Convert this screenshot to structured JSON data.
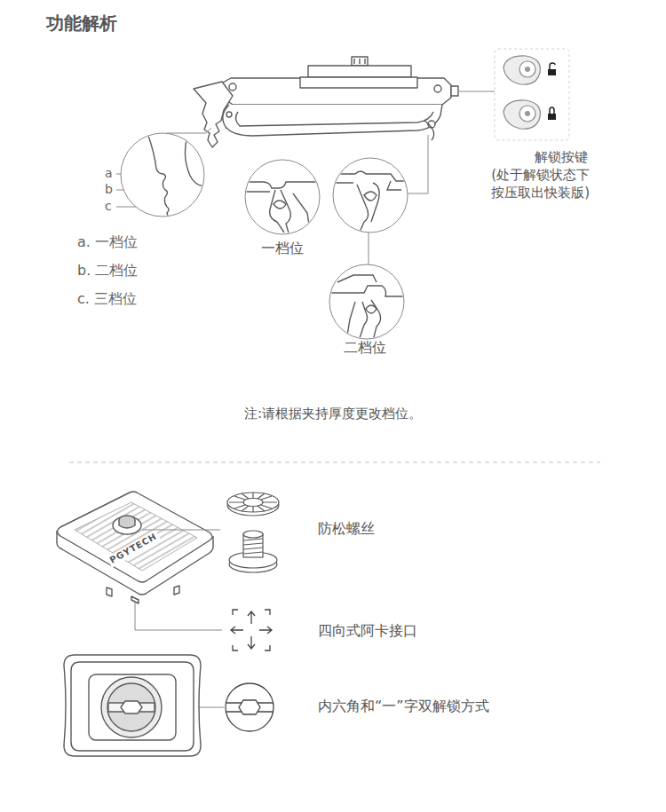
{
  "diagram": {
    "title": "功能解析",
    "labels": [
      "a",
      "b",
      "c",
      "a. 一档位",
      "b. 二档位",
      "c. 三档位",
      "一档位",
      "二档位",
      "解锁按键",
      "(处于解锁状态下 按压取出快装版)",
      "注:请根据夹持厚度更改档位。",
      "PGYTECH",
      "防松螺丝",
      "四向式阿卡接口",
      "内六角和“一”字双解锁方式"
    ]
  }
}
